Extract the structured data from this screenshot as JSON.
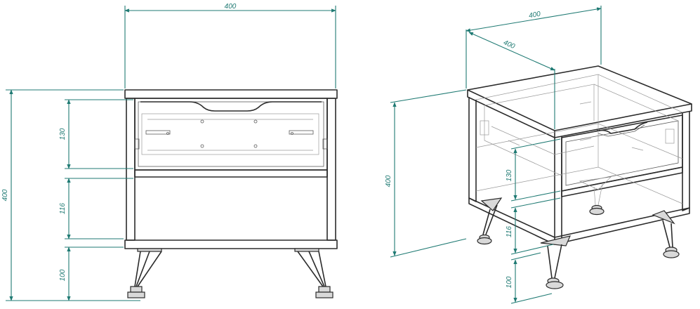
{
  "colors": {
    "dimension_line": "#1f7a73",
    "outline": "#2b2b2b",
    "hidden_line": "#9a9a9a",
    "background": "#ffffff"
  },
  "front_view": {
    "width_label": "400",
    "height_label": "400",
    "drawer_height_label": "130",
    "open_shelf_label": "116",
    "leg_height_label": "100"
  },
  "iso_view": {
    "width_label": "400",
    "depth_label": "400",
    "height_label": "400",
    "drawer_height_label": "130",
    "open_shelf_label": "116",
    "leg_height_label": "100"
  }
}
